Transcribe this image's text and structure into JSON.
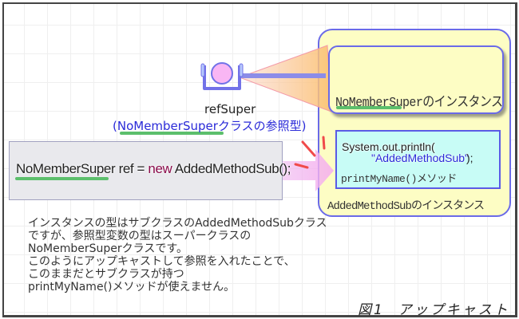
{
  "figure": {
    "caption_number": "図1",
    "caption_title": "アップキャスト"
  },
  "reference_variable": {
    "name": "refSuper",
    "type_label": "(NoMemberSuperクラスの参照型)"
  },
  "instance": {
    "superclass_part_label": "NoMemberSuperのインスタンス",
    "subclass_label": "AddedMethodSubのインスタンス",
    "method_code_line1": "System.out.println(",
    "method_code_line2": "\"AddedMethodSub\"",
    "method_code_line2_end": " );",
    "method_name": "printMyName()メソッド"
  },
  "code_statement": {
    "type": "NoMemberSuper",
    "assign": " ref = ",
    "keyword": "new",
    "constructor": " AddedMethodSub();"
  },
  "description": [
    "インスタンスの型はサブクラスのAddedMethodSubクラス",
    "ですが、参照型変数の型はスーパークラスの",
    "NoMemberSuperクラスです。",
    "このようにアップキャストして参照を入れたことで、",
    "このままだとサブクラスが持つ",
    "printMyName()メソッドが使えません。"
  ],
  "colors": {
    "instance_fill": "#fdfdc4",
    "instance_border": "#6a6ae8",
    "method_fill": "#c8fcf6",
    "reference_ball": "#f9b6f4",
    "underline": "#5cbf6c",
    "keyword": "#8a0a4a",
    "blocked_mark": "#f04a4a"
  }
}
